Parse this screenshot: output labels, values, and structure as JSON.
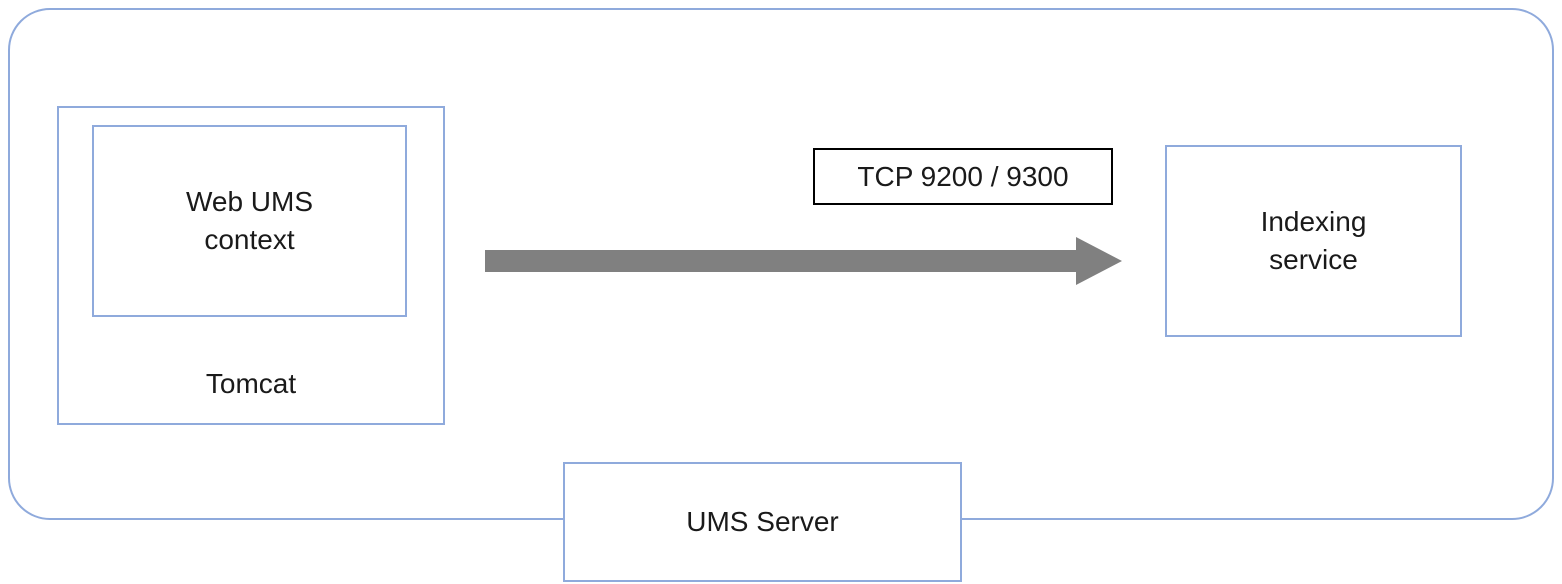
{
  "colors": {
    "box_border": "#8faadc",
    "label_border": "#000000",
    "arrow": "#808080",
    "background": "#ffffff"
  },
  "diagram": {
    "nodes": {
      "web_ums_context": {
        "label": "Web UMS\ncontext"
      },
      "tomcat": {
        "label": "Tomcat"
      },
      "indexing_service": {
        "label": "Indexing\nservice"
      },
      "ums_server": {
        "label": "UMS Server"
      }
    },
    "connections": {
      "tomcat_to_indexing": {
        "label": "TCP 9200 / 9300",
        "direction": "right"
      }
    }
  }
}
